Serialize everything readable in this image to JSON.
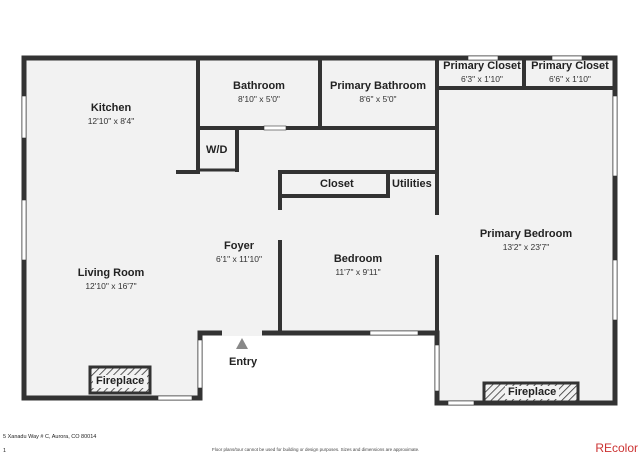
{
  "rooms": {
    "kitchen": {
      "name": "Kitchen",
      "dims": "12'10\" x 8'4\""
    },
    "bathroom": {
      "name": "Bathroom",
      "dims": "8'10\" x 5'0\""
    },
    "primary_bathroom": {
      "name": "Primary Bathroom",
      "dims": "8'6\" x 5'0\""
    },
    "primary_closet_1": {
      "name": "Primary Closet",
      "dims": "6'3\" x 1'10\""
    },
    "primary_closet_2": {
      "name": "Primary Closet",
      "dims": "6'6\" x 1'10\""
    },
    "wd": {
      "name": "W/D"
    },
    "closet": {
      "name": "Closet"
    },
    "utilities": {
      "name": "Utilities"
    },
    "foyer": {
      "name": "Foyer",
      "dims": "6'1\" x 11'10\""
    },
    "bedroom": {
      "name": "Bedroom",
      "dims": "11'7\" x 9'11\""
    },
    "living_room": {
      "name": "Living Room",
      "dims": "12'10\" x 16'7\""
    },
    "primary_bedroom": {
      "name": "Primary Bedroom",
      "dims": "13'2\" x 23'7\""
    }
  },
  "fireplaces": {
    "living": "Fireplace",
    "bedroom": "Fireplace"
  },
  "entry": "Entry",
  "footer": {
    "address": "5 Xanadu Way # C, Aurora, CO 80014",
    "page": "1",
    "disclaimer": "Floor plans/tour cannot be used for building or design purposes. Sizes and dimensions are approximate.",
    "logo": "REcolor"
  },
  "colors": {
    "wall": "#333333",
    "floor": "#f2f2f2",
    "window": "#ffffff",
    "logo": "#cc3333"
  }
}
